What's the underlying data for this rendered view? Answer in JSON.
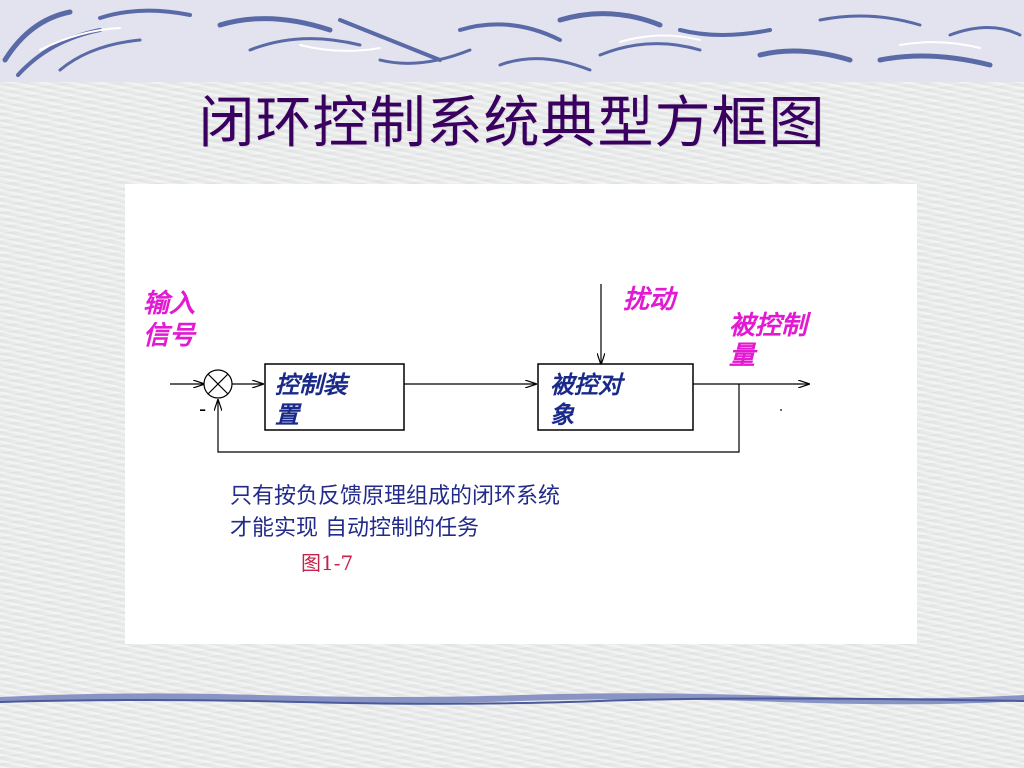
{
  "slide": {
    "title": "闭环控制系统典型方框图"
  },
  "diagram": {
    "input_label_line1": "输入",
    "input_label_line2": "信号",
    "disturbance_label": "扰动",
    "output_label_line1": "被控制",
    "output_label_line2": "量",
    "controller_line1": "控制装",
    "controller_line2": "置",
    "plant_line1": "被控对",
    "plant_line2": "象",
    "feedback_sign": "-",
    "caption_line1": "只有按负反馈原理组成的闭环系统",
    "caption_line2": "才能实现 自动控制的任务",
    "figure_number": "图1-7"
  },
  "colors": {
    "title": "#3a0060",
    "magenta_labels": "#e21ad2",
    "block_text": "#1a2a8a",
    "caption_text": "#222a8a",
    "figure_number": "#c4234c",
    "banner_swirl": "#4a5a9a"
  }
}
